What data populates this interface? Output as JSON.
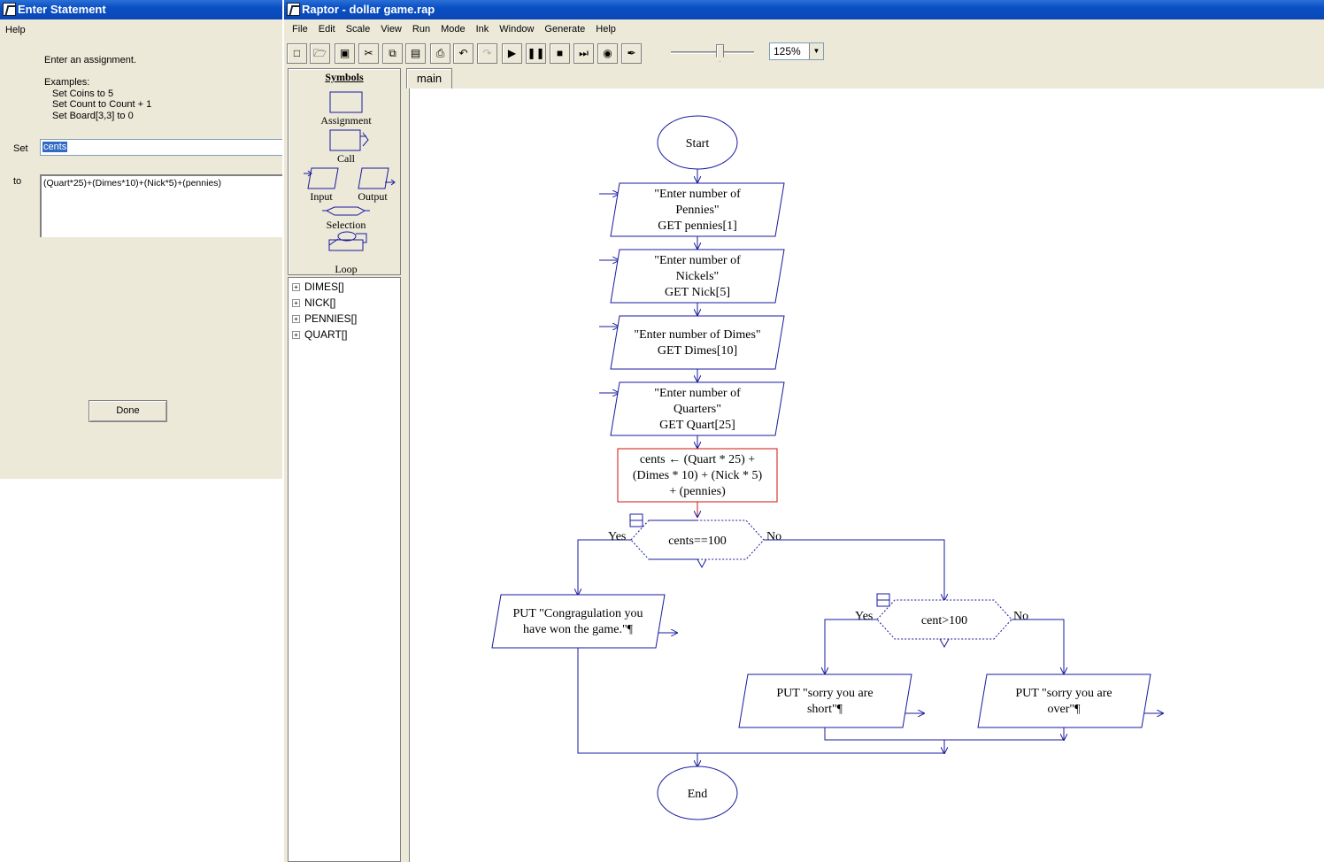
{
  "dialog": {
    "title": "Enter Statement",
    "menu": [
      "Help"
    ],
    "prompt": "Enter an assignment.",
    "examples_title": "Examples:",
    "examples": [
      "Set Coins to 5",
      "Set Count to Count + 1",
      "Set Board[3,3] to 0"
    ],
    "set_label": "Set",
    "set_value": "cents",
    "to_label": "to",
    "to_value": "(Quart*25)+(Dimes*10)+(Nick*5)+(pennies)",
    "done_label": "Done"
  },
  "raptor": {
    "title": "Raptor - dollar game.rap",
    "menu": [
      "File",
      "Edit",
      "Scale",
      "View",
      "Run",
      "Mode",
      "Ink",
      "Window",
      "Generate",
      "Help"
    ],
    "zoom": "125%",
    "toolbar_icons": [
      "new-file-icon",
      "open-folder-icon",
      "save-icon",
      "cut-icon",
      "copy-icon",
      "paste-icon",
      "print-icon",
      "undo-icon",
      "redo-icon",
      "play-icon",
      "pause-icon",
      "stop-icon",
      "step-icon",
      "test-server-icon",
      "pen-icon"
    ],
    "symbols": {
      "header": "Symbols",
      "assignment": "Assignment",
      "call": "Call",
      "input": "Input",
      "output": "Output",
      "selection": "Selection",
      "loop": "Loop"
    },
    "variables": [
      "DIMES[]",
      "NICK[]",
      "PENNIES[]",
      "QUART[]"
    ],
    "tab": "main",
    "flowchart": {
      "start": "Start",
      "end": "End",
      "inputs": [
        [
          "\"Enter number of",
          "Pennies\"",
          "GET pennies[1]"
        ],
        [
          "\"Enter number of",
          "Nickels\"",
          "GET Nick[5]"
        ],
        [
          "\"Enter number of Dimes\"",
          "GET Dimes[10]"
        ],
        [
          "\"Enter number of",
          "Quarters\"",
          "GET Quart[25]"
        ]
      ],
      "assignment": [
        "cents ← (Quart * 25) +",
        "(Dimes * 10) + (Nick * 5)",
        "+ (pennies)"
      ],
      "decision1": "cents==100",
      "decision2": "cent>100",
      "yes": "Yes",
      "no": "No",
      "output_win": [
        "PUT \"Congragulation you",
        "have won the game.\"¶"
      ],
      "output_short": [
        "PUT \"sorry you are",
        "short\"¶"
      ],
      "output_over": [
        "PUT \"sorry you are",
        "over\"¶"
      ]
    }
  }
}
